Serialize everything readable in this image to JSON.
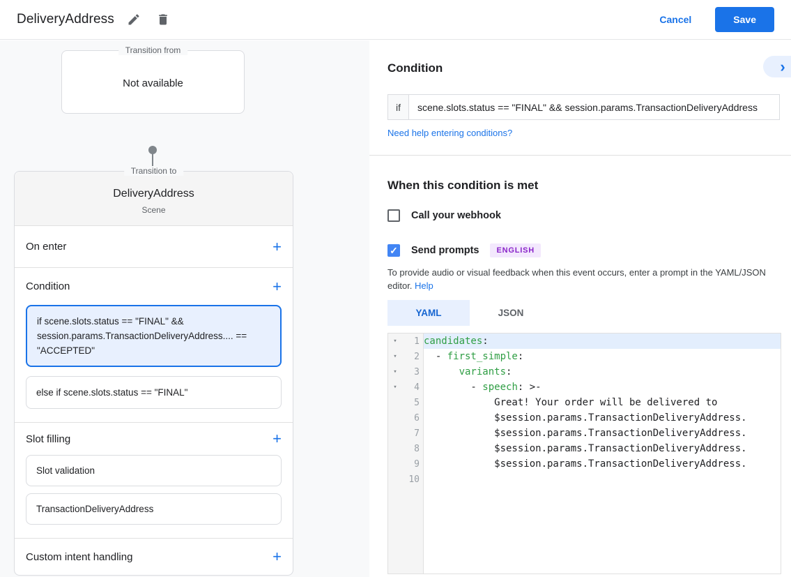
{
  "header": {
    "title": "DeliveryAddress",
    "cancel_label": "Cancel",
    "save_label": "Save"
  },
  "icons": {
    "fold": "▾",
    "chevron": "›",
    "plus": "+",
    "check": "✓"
  },
  "flow": {
    "transition_from": {
      "legend": "Transition from",
      "content": "Not available"
    },
    "transition_to": {
      "legend": "Transition to",
      "title": "DeliveryAddress",
      "subtitle": "Scene",
      "on_enter_label": "On enter",
      "condition_label": "Condition",
      "condition_items": [
        "if scene.slots.status == \"FINAL\" && session.params.TransactionDeliveryAddress.... == \"ACCEPTED\"",
        "else if scene.slots.status == \"FINAL\""
      ],
      "slot_filling_label": "Slot filling",
      "slot_items": [
        "Slot validation",
        "TransactionDeliveryAddress"
      ],
      "custom_intent_label": "Custom intent handling"
    }
  },
  "panel": {
    "condition_heading": "Condition",
    "if_label": "if",
    "if_value": "scene.slots.status == \"FINAL\" && session.params.TransactionDeliveryAddress",
    "help_link": "Need help entering conditions?",
    "when_heading": "When this condition is met",
    "webhook_label": "Call your webhook",
    "prompts_label": "Send prompts",
    "language_badge": "ENGLISH",
    "description": "To provide audio or visual feedback when this event occurs, enter a prompt in the YAML/JSON editor.",
    "description_help": "Help",
    "tab_yaml": "YAML",
    "tab_json": "JSON"
  },
  "editor": {
    "lines": [
      {
        "num": "1",
        "fold": true,
        "highlight": true,
        "segments": [
          {
            "text": "candidates",
            "type": "key"
          },
          {
            "text": ":",
            "type": "plain"
          }
        ]
      },
      {
        "num": "2",
        "fold": true,
        "segments": [
          {
            "text": "  - ",
            "type": "plain"
          },
          {
            "text": "first_simple",
            "type": "key"
          },
          {
            "text": ":",
            "type": "plain"
          }
        ]
      },
      {
        "num": "3",
        "fold": true,
        "segments": [
          {
            "text": "      ",
            "type": "plain"
          },
          {
            "text": "variants",
            "type": "key"
          },
          {
            "text": ":",
            "type": "plain"
          }
        ]
      },
      {
        "num": "4",
        "fold": true,
        "segments": [
          {
            "text": "        - ",
            "type": "plain"
          },
          {
            "text": "speech",
            "type": "key"
          },
          {
            "text": ": >-",
            "type": "plain"
          }
        ]
      },
      {
        "num": "5",
        "segments": [
          {
            "text": "            Great! Your order will be delivered to",
            "type": "plain"
          }
        ]
      },
      {
        "num": "6",
        "segments": [
          {
            "text": "            $session.params.TransactionDeliveryAddress.",
            "type": "plain"
          }
        ]
      },
      {
        "num": "7",
        "segments": [
          {
            "text": "            $session.params.TransactionDeliveryAddress.",
            "type": "plain"
          }
        ]
      },
      {
        "num": "8",
        "segments": [
          {
            "text": "            $session.params.TransactionDeliveryAddress.",
            "type": "plain"
          }
        ]
      },
      {
        "num": "9",
        "segments": [
          {
            "text": "            $session.params.TransactionDeliveryAddress.",
            "type": "plain"
          }
        ]
      },
      {
        "num": "10",
        "segments": []
      }
    ]
  },
  "colors": {
    "accent": "#1a73e8",
    "checked_checkbox": "#4285f4",
    "selected_condition_bg": "#e8f0fe",
    "badge_bg": "#f3e8fd",
    "badge_text": "#8a24c9",
    "yaml_key_green": "#2f9e44",
    "line_highlight": "#e3eefd"
  }
}
